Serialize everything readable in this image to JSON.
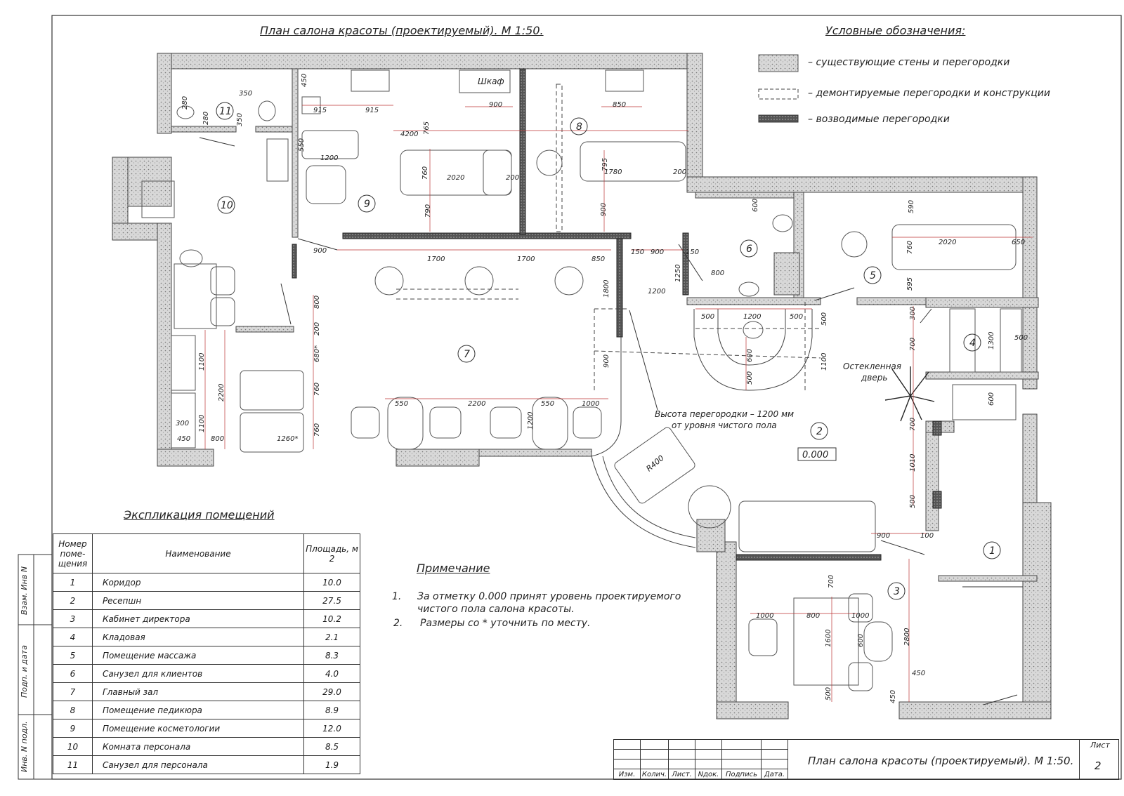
{
  "plan_title": "План салона красоты (проектируемый).  М 1:50.",
  "legend": {
    "title": "Условные обозначения:",
    "items": [
      "– существующие стены и перегородки",
      "– демонтируемые перегородки и конструкции",
      "– возводимые перегородки"
    ]
  },
  "rooms": [
    "1",
    "2",
    "3",
    "4",
    "5",
    "6",
    "7",
    "8",
    "9",
    "10",
    "11"
  ],
  "annotations": {
    "cabinet": "Шкаф",
    "glass_door_1": "Остекленная",
    "glass_door_2": "дверь",
    "partition_1": "Высота перегородки – 1200 мм",
    "partition_2": "от уровня чистого пола",
    "level": "0.000",
    "radius": "R400"
  },
  "dims": [
    "450",
    "915",
    "915",
    "4200",
    "765",
    "550",
    "1200",
    "760",
    "2020",
    "200",
    "790",
    "900",
    "850",
    "1780",
    "200",
    "795",
    "900",
    "280",
    "280",
    "350",
    "350",
    "900",
    "1700",
    "1700",
    "850",
    "150",
    "900",
    "150",
    "1250",
    "1200",
    "1800",
    "800",
    "600",
    "590",
    "760",
    "2020",
    "650",
    "595",
    "500",
    "1200",
    "500",
    "500",
    "800",
    "200",
    "680*",
    "760",
    "760",
    "1100",
    "2200",
    "1100",
    "300",
    "450",
    "800",
    "1260*",
    "550",
    "2200",
    "550",
    "1000",
    "1200",
    "900",
    "600",
    "500",
    "1100",
    "300",
    "700",
    "700",
    "1300",
    "500",
    "600",
    "1010",
    "500",
    "900",
    "100",
    "700",
    "1000",
    "800",
    "1000",
    "1600",
    "600",
    "500",
    "2800",
    "450",
    "450"
  ],
  "explication": {
    "title": "Экспликация помещений",
    "headers": [
      "Номер поме-щения",
      "Наименование",
      "Площадь, м 2"
    ],
    "rows": [
      [
        "1",
        "Коридор",
        "10.0"
      ],
      [
        "2",
        "Ресепшн",
        "27.5"
      ],
      [
        "3",
        "Кабинет директора",
        "10.2"
      ],
      [
        "4",
        "Кладовая",
        "2.1"
      ],
      [
        "5",
        "Помещение массажа",
        "8.3"
      ],
      [
        "6",
        "Санузел для клиентов",
        "4.0"
      ],
      [
        "7",
        "Главный зал",
        "29.0"
      ],
      [
        "8",
        "Помещение педикюра",
        "8.9"
      ],
      [
        "9",
        "Помещение косметологии",
        "12.0"
      ],
      [
        "10",
        "Комната персонала",
        "8.5"
      ],
      [
        "11",
        "Санузел для персонала",
        "1.9"
      ]
    ]
  },
  "notes": {
    "title": "Примечание",
    "items": [
      {
        "num": "1.",
        "line1": "За отметку 0.000 принят уровень проектируемого",
        "line2": "чистого пола салона красоты."
      },
      {
        "num": "2.",
        "line1": "Размеры со * уточнить по месту.",
        "line2": ""
      }
    ]
  },
  "side_labels": [
    "Взам. Инв N",
    "Подп. и дата",
    "Инв. N подл."
  ],
  "stamp": {
    "columns": [
      "Изм.",
      "Колич.",
      "Лист.",
      "Nдок.",
      "Подпись",
      "Дата."
    ],
    "title": "План салона красоты (проектируемый).  М 1:50.",
    "sheet_label": "Лист",
    "sheet_number": "2"
  }
}
